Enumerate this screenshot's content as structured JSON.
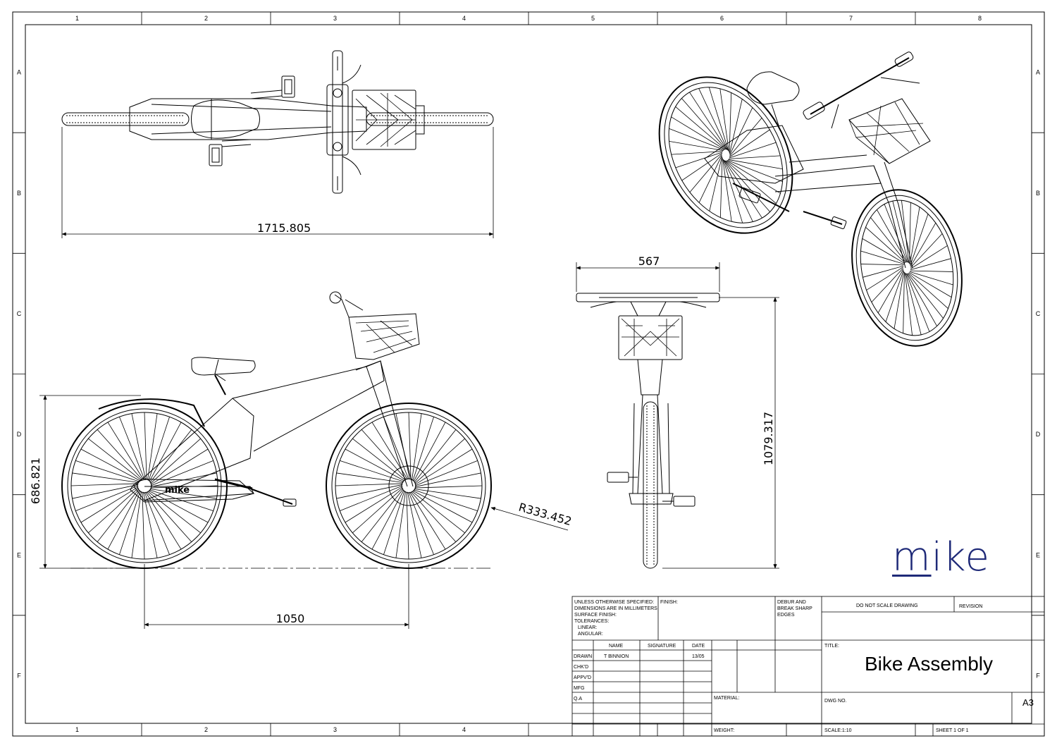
{
  "sheet": {
    "columns": [
      "1",
      "2",
      "3",
      "4",
      "5",
      "6",
      "7",
      "8"
    ],
    "rows": [
      "A",
      "B",
      "C",
      "D",
      "E",
      "F"
    ],
    "bottom_columns": [
      "1",
      "2",
      "3",
      "4"
    ]
  },
  "dimensions": {
    "overall_length": "1715.805",
    "handlebar_width": "567",
    "overall_height": "1079.317",
    "rear_height": "686.821",
    "wheelbase": "1050",
    "wheel_radius": "R333.452"
  },
  "logo": {
    "text_m": "m",
    "text_rest": "ike",
    "brand_color": "#1f2a78",
    "frame_logo": "mike"
  },
  "title_block": {
    "general_notes": [
      "UNLESS OTHERWISE SPECIFIED:",
      "DIMENSIONS ARE IN MILLIMETERS",
      "SURFACE FINISH:",
      "TOLERANCES:",
      "LINEAR:",
      "ANGULAR:"
    ],
    "finish_label": "FINISH:",
    "debur_notes": [
      "DEBUR AND",
      "BREAK SHARP",
      "EDGES"
    ],
    "do_not_scale": "DO NOT SCALE DRAWING",
    "revision_label": "REVISION",
    "col_name": "NAME",
    "col_signature": "SIGNATURE",
    "col_date": "DATE",
    "rows": [
      "DRAWN",
      "CHK'D",
      "APPV'D",
      "MFG",
      "Q.A"
    ],
    "drawn_name": "T BINNION",
    "drawn_date": "13/05",
    "title_label": "TITLE:",
    "title": "Bike Assembly",
    "material_label": "MATERIAL:",
    "dwg_no_label": "DWG NO.",
    "sheet_size": "A3",
    "weight_label": "WEIGHT:",
    "scale": "SCALE:1:10",
    "sheet_of": "SHEET 1 OF 1"
  }
}
